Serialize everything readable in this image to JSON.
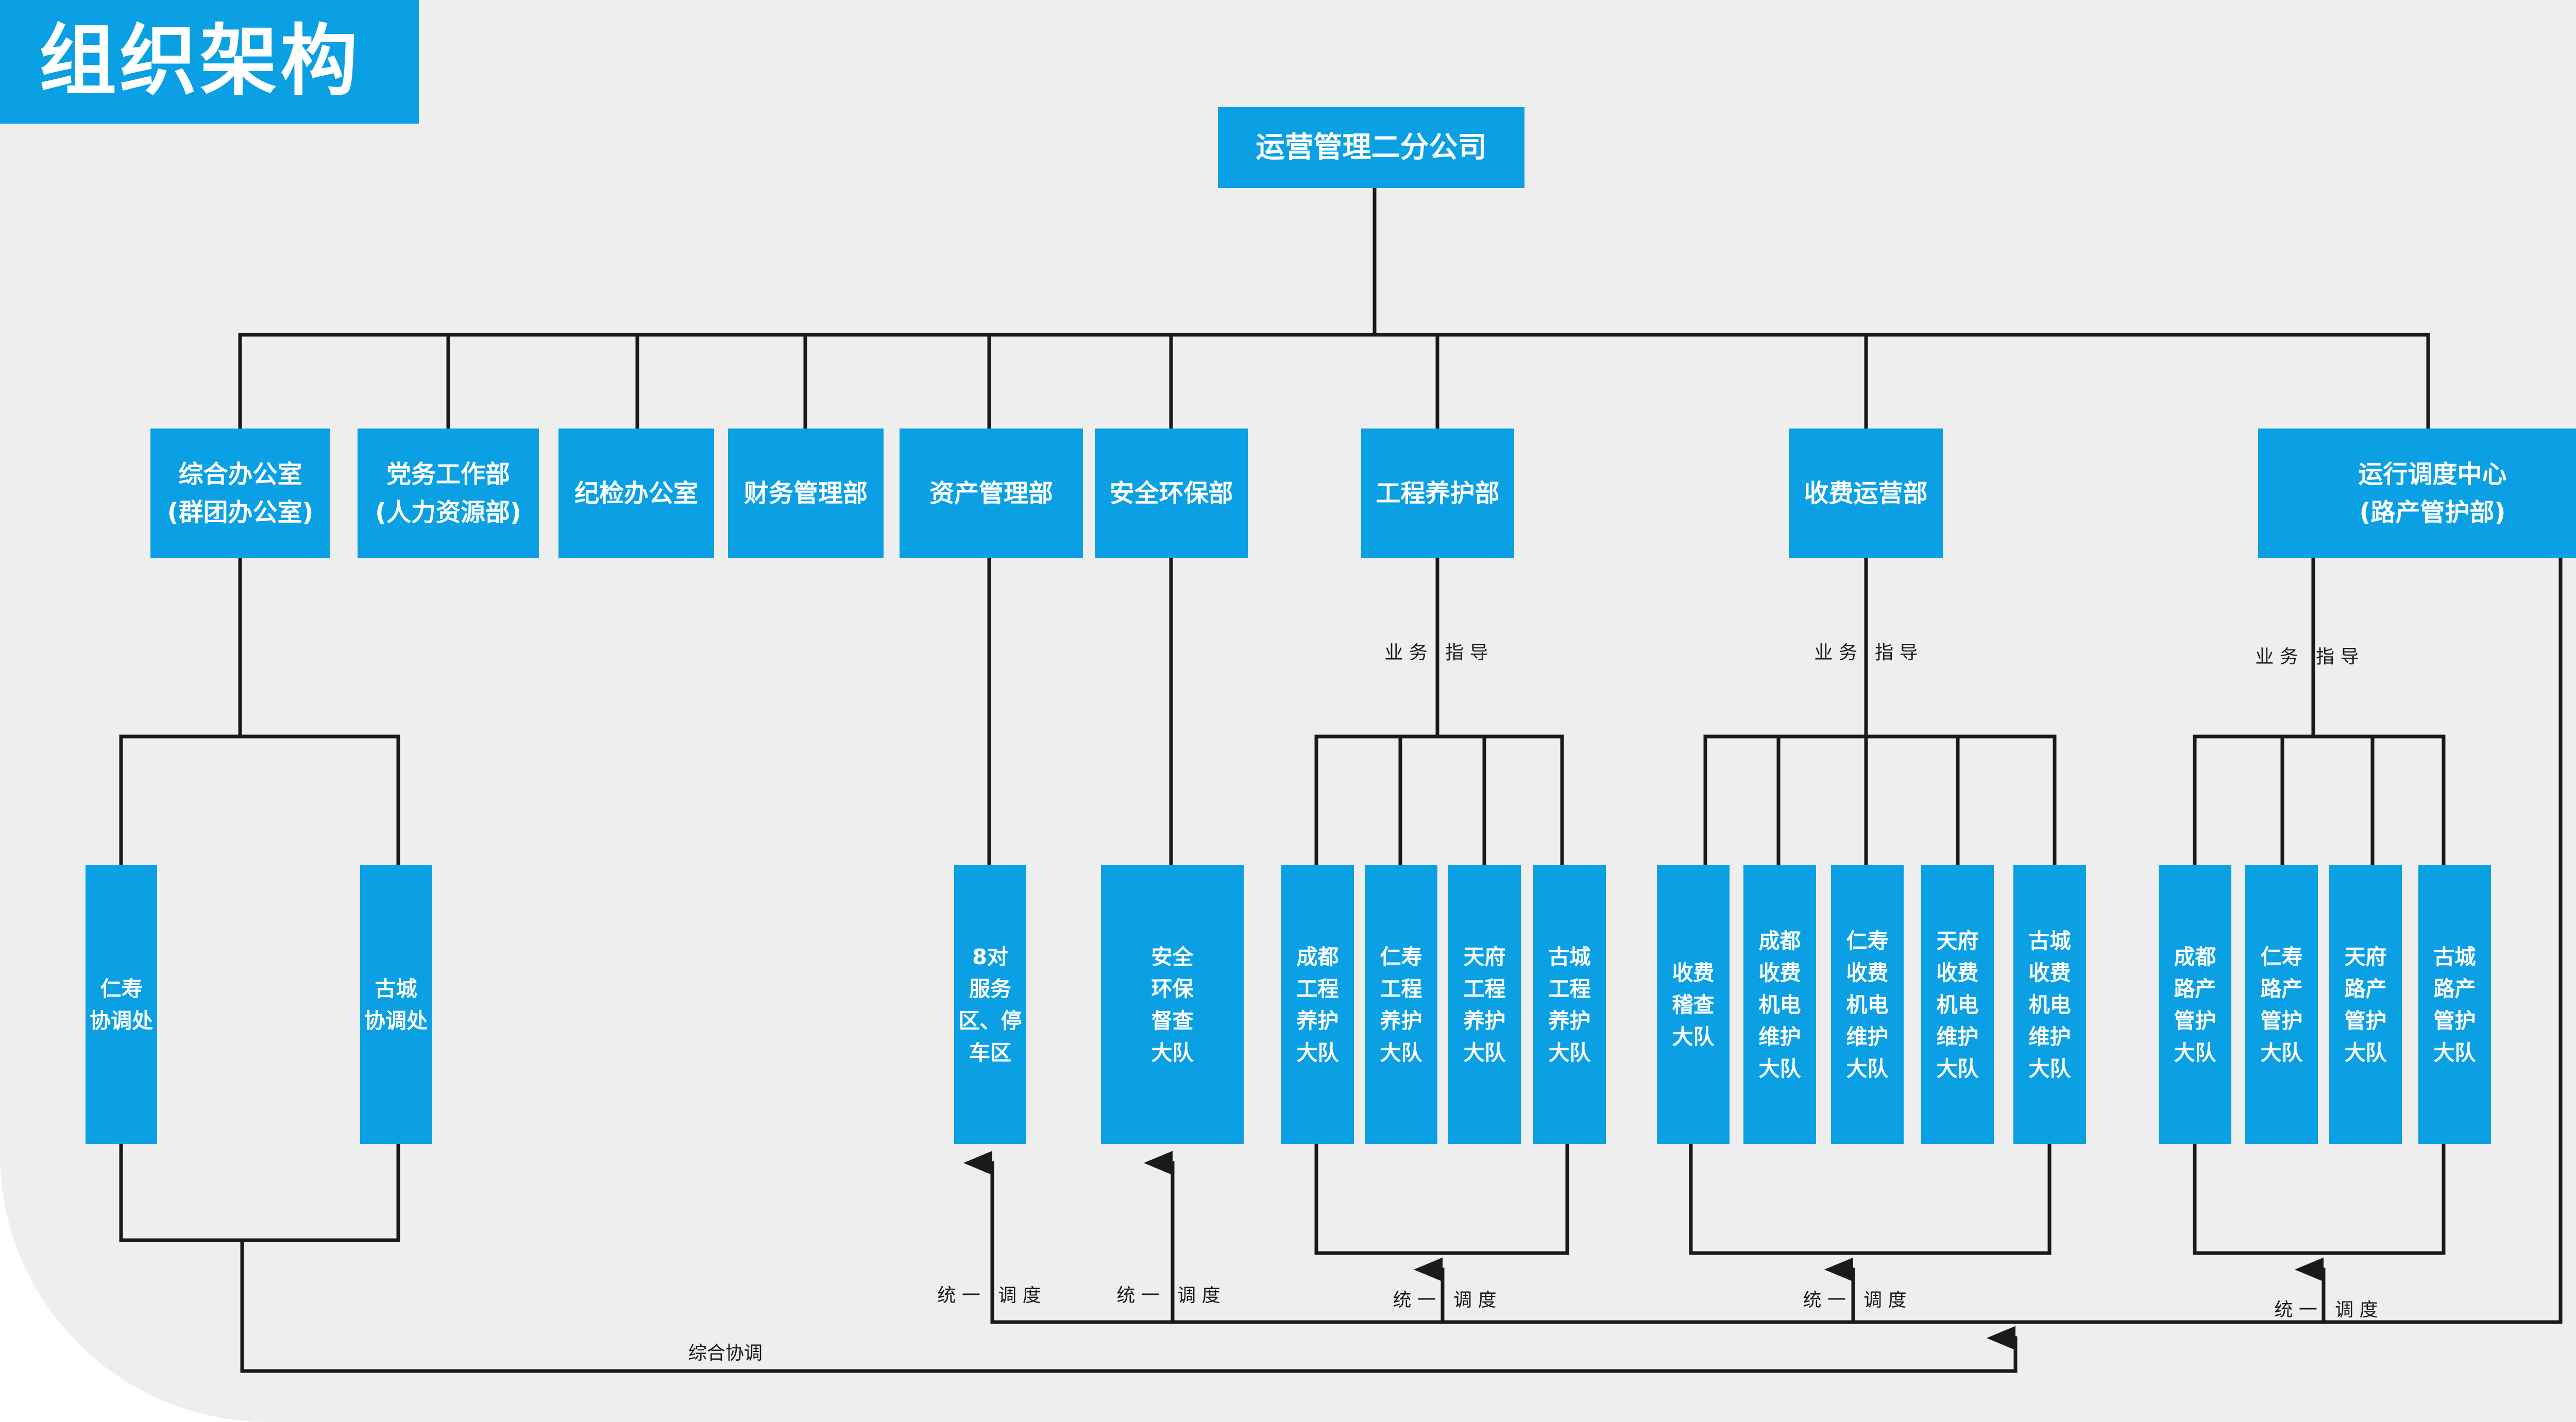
{
  "title": "组织架构",
  "colors": {
    "box": "#0ba0e4",
    "line": "#1a1a1a",
    "background": "#eeeeef",
    "text_on_box": "#ffffff"
  },
  "root": "运营管理二分公司",
  "departments": {
    "zonghe": "综合办公室\n(群团办公室)",
    "dangwu": "党务工作部\n(人力资源部)",
    "jijian": "纪检办公室",
    "caiwu": "财务管理部",
    "zichan": "资产管理部",
    "anquan": "安全环保部",
    "gongcheng": "工程养护部",
    "shoufei": "收费运营部",
    "yunxing": "运行调度中心\n(路产管护部)"
  },
  "units": {
    "renshou_xtc": "仁寿\n协调处",
    "gucheng_xtc": "古城\n协调处",
    "fuwuqu": "8对\n服务\n区、停\n车区",
    "anbao_dd": "安全\n环保\n督查\n大队",
    "cd_gc": "成都\n工程\n养护\n大队",
    "rs_gc": "仁寿\n工程\n养护\n大队",
    "tf_gc": "天府\n工程\n养护\n大队",
    "gc_gc": "古城\n工程\n养护\n大队",
    "sf_jc": "收费\n稽查\n大队",
    "cd_sf": "成都\n收费\n机电\n维护\n大队",
    "rs_sf": "仁寿\n收费\n机电\n维护\n大队",
    "tf_sf": "天府\n收费\n机电\n维护\n大队",
    "gc_sf": "古城\n收费\n机电\n维护\n大队",
    "cd_lc": "成都\n路产\n管护\n大队",
    "rs_lc": "仁寿\n路产\n管护\n大队",
    "tf_lc": "天府\n路产\n管护\n大队",
    "gc_lc": "古城\n路产\n管护\n大队"
  },
  "labels": {
    "yewu_zhidao": "业 务   指 导",
    "tongyi_diaodu": "统 一   调 度",
    "zonghe_xietiao": "综合协调"
  }
}
